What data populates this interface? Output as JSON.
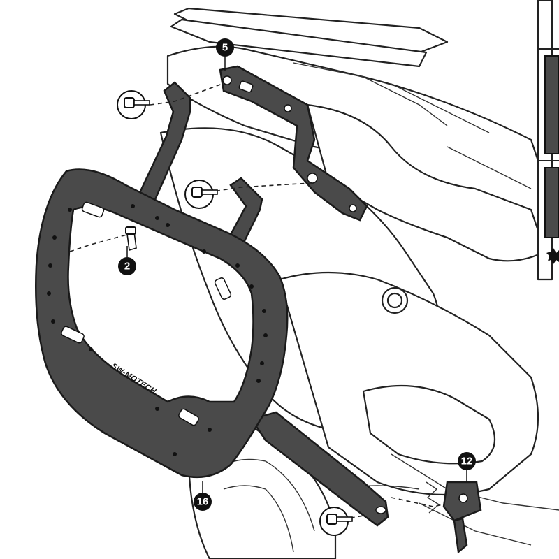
{
  "callouts": {
    "c5": "5",
    "c2": "2",
    "c16": "16",
    "c12": "12"
  },
  "logo": "SW-MOTECH"
}
